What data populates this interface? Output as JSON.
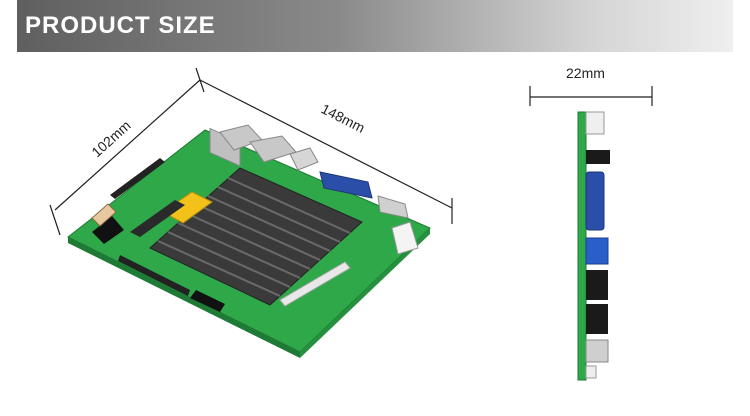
{
  "header": {
    "title": "PRODUCT SIZE"
  },
  "dimensions": {
    "width": "102mm",
    "length": "148mm",
    "height": "22mm"
  },
  "colors": {
    "pcb": "#2fa84a",
    "heatsink": "#3a3a3a",
    "vga": "#2b4fa8",
    "usb": "#2a5ec9",
    "header_dark": "#5f5f5f"
  }
}
